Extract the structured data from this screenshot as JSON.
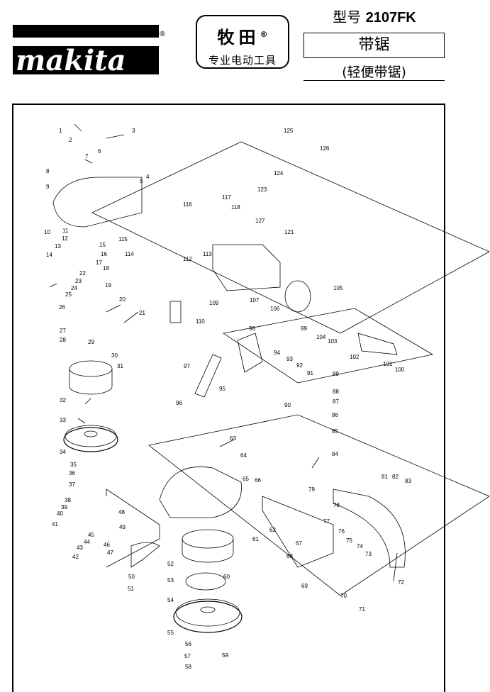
{
  "header": {
    "brand_logo_text": "makita",
    "brand_mark": "®",
    "brand_cn": "牧田",
    "brand_cn_mark": "®",
    "brand_sub": "专业电动工具",
    "model_prefix": "型号",
    "model_no": "2107FK",
    "product_name": "带锯",
    "product_subname": "(轻便带锯)"
  },
  "parts": [
    {
      "no": "1"
    },
    {
      "no": "2"
    },
    {
      "no": "3"
    },
    {
      "no": "4"
    },
    {
      "no": "5"
    },
    {
      "no": "6"
    },
    {
      "no": "7"
    },
    {
      "no": "8"
    },
    {
      "no": "9"
    },
    {
      "no": "10"
    },
    {
      "no": "11"
    },
    {
      "no": "12"
    },
    {
      "no": "13"
    },
    {
      "no": "14"
    },
    {
      "no": "15"
    },
    {
      "no": "16"
    },
    {
      "no": "17"
    },
    {
      "no": "18"
    },
    {
      "no": "19"
    },
    {
      "no": "20"
    },
    {
      "no": "21"
    },
    {
      "no": "22"
    },
    {
      "no": "23"
    },
    {
      "no": "24"
    },
    {
      "no": "25"
    },
    {
      "no": "26"
    },
    {
      "no": "27"
    },
    {
      "no": "28"
    },
    {
      "no": "29"
    },
    {
      "no": "30"
    },
    {
      "no": "31"
    },
    {
      "no": "32"
    },
    {
      "no": "33"
    },
    {
      "no": "34"
    },
    {
      "no": "35"
    },
    {
      "no": "36"
    },
    {
      "no": "37"
    },
    {
      "no": "38"
    },
    {
      "no": "39"
    },
    {
      "no": "40"
    },
    {
      "no": "41"
    },
    {
      "no": "42"
    },
    {
      "no": "43"
    },
    {
      "no": "44"
    },
    {
      "no": "45"
    },
    {
      "no": "46"
    },
    {
      "no": "47"
    },
    {
      "no": "48"
    },
    {
      "no": "49"
    },
    {
      "no": "50"
    },
    {
      "no": "51"
    },
    {
      "no": "52"
    },
    {
      "no": "53"
    },
    {
      "no": "54"
    },
    {
      "no": "55"
    },
    {
      "no": "56"
    },
    {
      "no": "57"
    },
    {
      "no": "58"
    },
    {
      "no": "59"
    },
    {
      "no": "60"
    },
    {
      "no": "61"
    },
    {
      "no": "62"
    },
    {
      "no": "63"
    },
    {
      "no": "64"
    },
    {
      "no": "65"
    },
    {
      "no": "66"
    },
    {
      "no": "67"
    },
    {
      "no": "68"
    },
    {
      "no": "69"
    },
    {
      "no": "70"
    },
    {
      "no": "71"
    },
    {
      "no": "72"
    },
    {
      "no": "73"
    },
    {
      "no": "74"
    },
    {
      "no": "75"
    },
    {
      "no": "76"
    },
    {
      "no": "77"
    },
    {
      "no": "78"
    },
    {
      "no": "79"
    },
    {
      "no": "81"
    },
    {
      "no": "82"
    },
    {
      "no": "83"
    },
    {
      "no": "84"
    },
    {
      "no": "85"
    },
    {
      "no": "86"
    },
    {
      "no": "87"
    },
    {
      "no": "88"
    },
    {
      "no": "89"
    },
    {
      "no": "90"
    },
    {
      "no": "91"
    },
    {
      "no": "92"
    },
    {
      "no": "93"
    },
    {
      "no": "94"
    },
    {
      "no": "95"
    },
    {
      "no": "96"
    },
    {
      "no": "97"
    },
    {
      "no": "98"
    },
    {
      "no": "99"
    },
    {
      "no": "100"
    },
    {
      "no": "101"
    },
    {
      "no": "102"
    },
    {
      "no": "103"
    },
    {
      "no": "104"
    },
    {
      "no": "105"
    },
    {
      "no": "106"
    },
    {
      "no": "107"
    },
    {
      "no": "109"
    },
    {
      "no": "110"
    },
    {
      "no": "112"
    },
    {
      "no": "113"
    },
    {
      "no": "114"
    },
    {
      "no": "115"
    },
    {
      "no": "116"
    },
    {
      "no": "117"
    },
    {
      "no": "118"
    },
    {
      "no": "121"
    },
    {
      "no": "123"
    },
    {
      "no": "124"
    },
    {
      "no": "125"
    },
    {
      "no": "126"
    },
    {
      "no": "127"
    }
  ]
}
